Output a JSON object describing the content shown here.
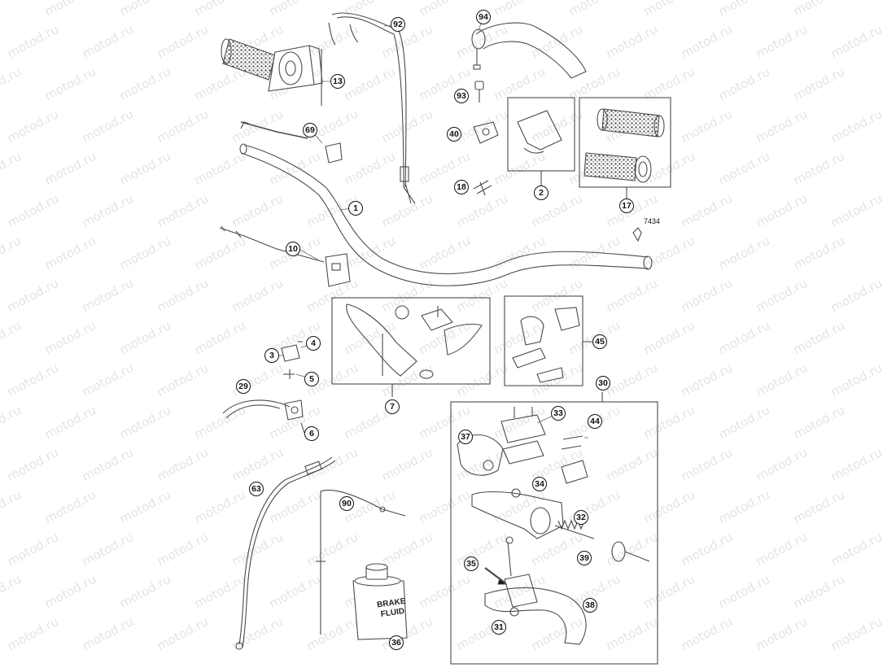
{
  "watermark": "motod.ru",
  "parts": {
    "p1": "1",
    "p2": "2",
    "p3": "3",
    "p4": "4",
    "p5": "5",
    "p6": "6",
    "p7": "7",
    "p10": "10",
    "p13": "13",
    "p17": "17",
    "p18": "18",
    "p29": "29",
    "p30": "30",
    "p31": "31",
    "p32": "32",
    "p33": "33",
    "p34": "34",
    "p35": "35",
    "p36": "36",
    "p37": "37",
    "p38": "38",
    "p39": "39",
    "p40": "40",
    "p44": "44",
    "p45": "45",
    "p63": "63",
    "p69": "69",
    "p90": "90",
    "p92": "92",
    "p93": "93",
    "p94": "94"
  },
  "ref_number": "7434",
  "bottle_label_line1": "BRAKE",
  "bottle_label_line2": "FLUID",
  "colors": {
    "line": "#4a4a4a",
    "watermark": "#e4e4e4",
    "grip_texture": "#555555"
  }
}
